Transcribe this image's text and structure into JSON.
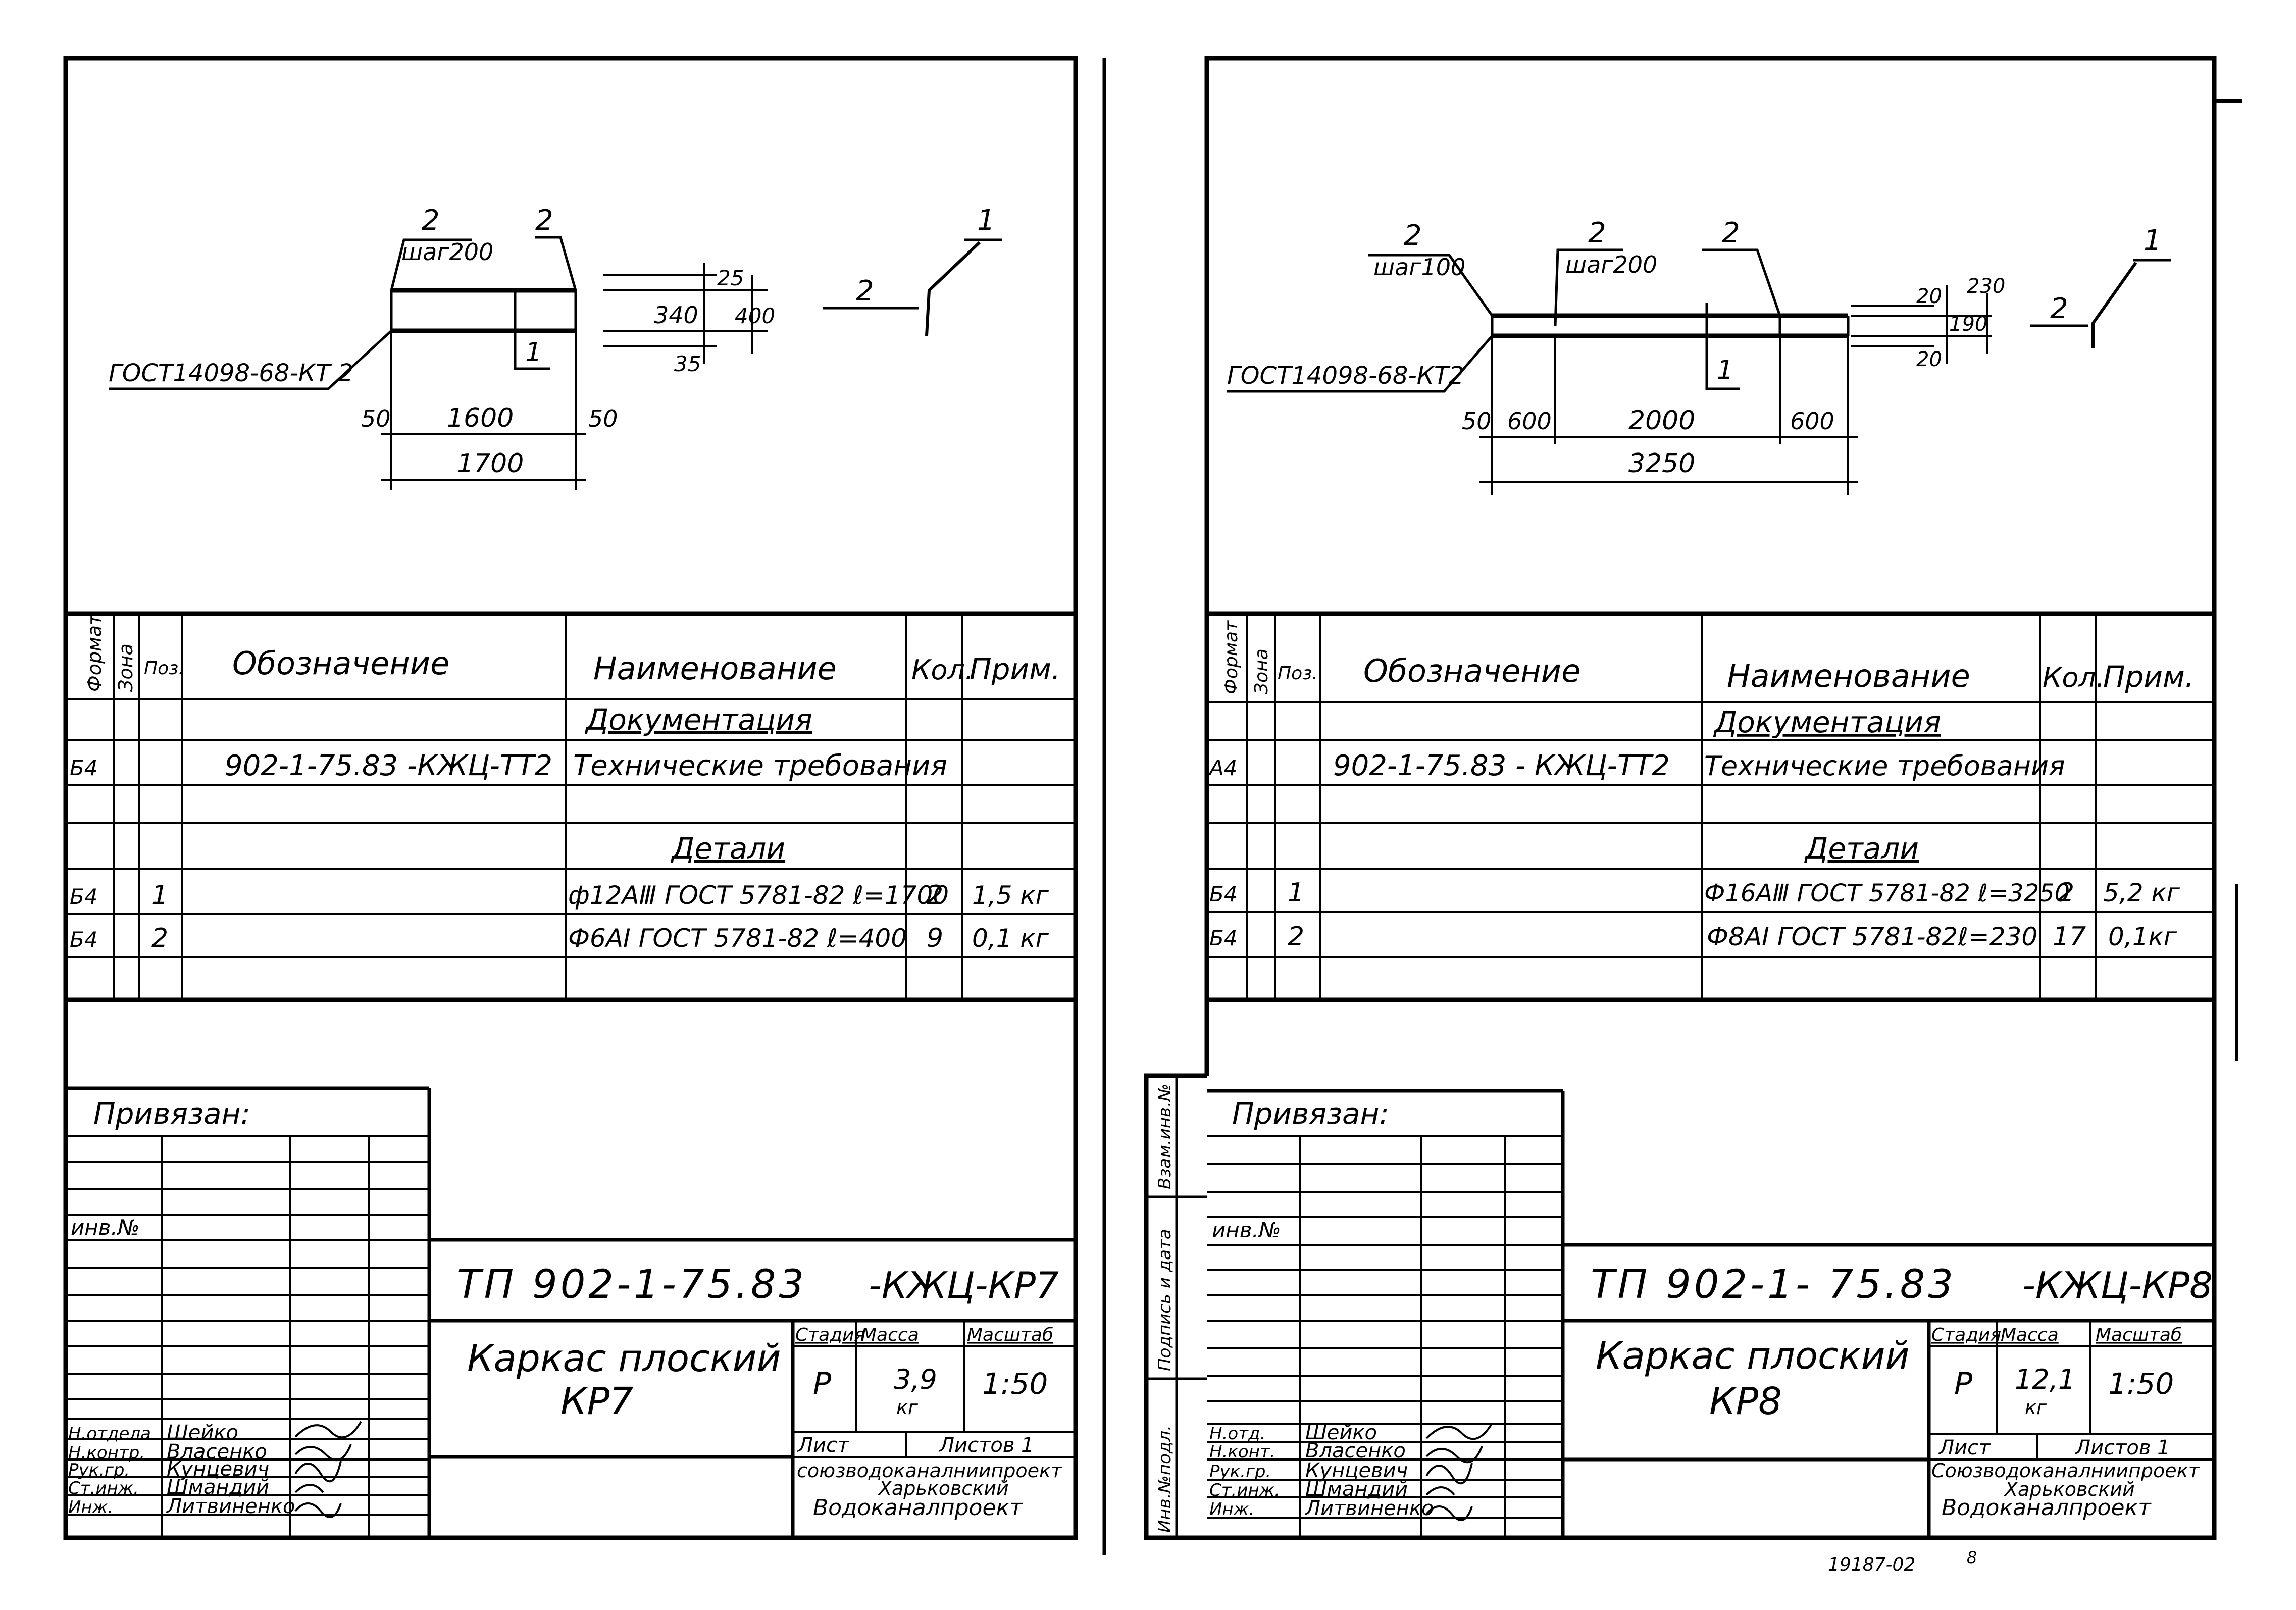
{
  "sheets": [
    {
      "id": "kr7",
      "drawing": {
        "gost_label": "ГОСТ14098-68-КТ 2",
        "leader_labels": [
          {
            "num": "2",
            "sub": "шаг200"
          },
          {
            "num": "2",
            "sub": ""
          }
        ],
        "pos_marker": "1",
        "section_labels": [
          "2",
          "1"
        ],
        "height_dims": [
          "25",
          "340",
          "400",
          "35"
        ],
        "length_dims": [
          "50",
          "1600",
          "50"
        ],
        "total_length": "1700"
      },
      "spec": {
        "headers": {
          "format": "Формат",
          "zone": "Зона",
          "pos": "Поз.",
          "designation": "Обозначение",
          "name": "Наименование",
          "qty": "Кол.",
          "note": "Прим."
        },
        "section_docs": "Документация",
        "doc_row": {
          "format": "Б4",
          "designation": "902-1-75.83 -КЖЦ-ТТ2",
          "name": "Технические требования"
        },
        "section_parts": "Детали",
        "rows": [
          {
            "format": "Б4",
            "pos": "1",
            "name": "ф12АⅢ ГОСТ 5781-82 ℓ=1700",
            "qty": "2",
            "note": "1,5 кг"
          },
          {
            "format": "Б4",
            "pos": "2",
            "name": "Ф6АⅠ ГОСТ 5781-82 ℓ=400",
            "qty": "9",
            "note": "0,1 кг"
          }
        ]
      },
      "title_block": {
        "tied": "Привязан:",
        "inv": "инв.№",
        "doc_code": "ТП 902-1-75.83",
        "doc_suffix": "-КЖЦ-КР7",
        "title_line1": "Каркас плоский",
        "title_line2": "КР7",
        "stage_label": "Стадия",
        "mass_label": "Масса",
        "scale_label": "Масштаб",
        "stage": "Р",
        "mass": "3,9",
        "mass_unit": "кг",
        "scale": "1:50",
        "sheet_label": "Лист",
        "sheets_label": "Листов 1",
        "org_line1": "союзводоканалниипроект",
        "org_line2": "Харьковский",
        "org_line3": "Водоканалпроект",
        "staff": [
          {
            "role": "Н.отдела",
            "name": "Шейко"
          },
          {
            "role": "Н.контр.",
            "name": "Власенко"
          },
          {
            "role": "Рук.гр.",
            "name": "Кунцевич"
          },
          {
            "role": "Ст.инж.",
            "name": "Шмандий"
          },
          {
            "role": "Инж.",
            "name": "Литвиненко"
          }
        ]
      }
    },
    {
      "id": "kr8",
      "drawing": {
        "gost_label": "ГОСТ14098-68-КТ2",
        "leader_labels": [
          {
            "num": "2",
            "sub": "шаг100"
          },
          {
            "num": "2",
            "sub": "шаг200"
          },
          {
            "num": "2",
            "sub": ""
          }
        ],
        "pos_marker": "1",
        "section_labels": [
          "2",
          "1"
        ],
        "height_dims": [
          "20",
          "190",
          "230",
          "20"
        ],
        "length_dims": [
          "50",
          "600",
          "2000",
          "600"
        ],
        "total_length": "3250"
      },
      "spec": {
        "headers": {
          "format": "Формат",
          "zone": "Зона",
          "pos": "Поз.",
          "designation": "Обозначение",
          "name": "Наименование",
          "qty": "Кол.",
          "note": "Прим."
        },
        "section_docs": "Документация",
        "doc_row": {
          "format": "А4",
          "designation": "902-1-75.83 - КЖЦ-ТТ2",
          "name": "Технические требования"
        },
        "section_parts": "Детали",
        "rows": [
          {
            "format": "Б4",
            "pos": "1",
            "name": "Ф16АⅢ ГОСТ 5781-82 ℓ=3250",
            "qty": "2",
            "note": "5,2 кг"
          },
          {
            "format": "Б4",
            "pos": "2",
            "name": "Ф8АⅠ ГОСТ 5781-82ℓ=230",
            "qty": "17",
            "note": "0,1кг"
          }
        ]
      },
      "title_block": {
        "tied": "Привязан:",
        "inv": "инв.№",
        "doc_code": "ТП 902-1- 75.83",
        "doc_suffix": "-КЖЦ-КР8",
        "title_line1": "Каркас плоский",
        "title_line2": "КР8",
        "stage_label": "Стадия",
        "mass_label": "Масса",
        "scale_label": "Масштаб",
        "stage": "Р",
        "mass": "12,1",
        "mass_unit": "кг",
        "scale": "1:50",
        "sheet_label": "Лист",
        "sheets_label": "Листов 1",
        "org_line1": "Союзводоканалниипроект",
        "org_line2": "Харьковский",
        "org_line3": "Водоканалпроект",
        "staff": [
          {
            "role": "Н.отд.",
            "name": "Шейко"
          },
          {
            "role": "Н.конт.",
            "name": "Власенко"
          },
          {
            "role": "Рук.гр.",
            "name": "Кунцевич"
          },
          {
            "role": "Ст.инж.",
            "name": "Шмандий"
          },
          {
            "role": "Инж.",
            "name": "Литвиненко"
          }
        ]
      },
      "side_stamp": [
        "Инв.№подл.",
        "Подпись и дата",
        "Взам.инв.№"
      ]
    }
  ],
  "footer_number": "19187-02",
  "footer_page": "8"
}
